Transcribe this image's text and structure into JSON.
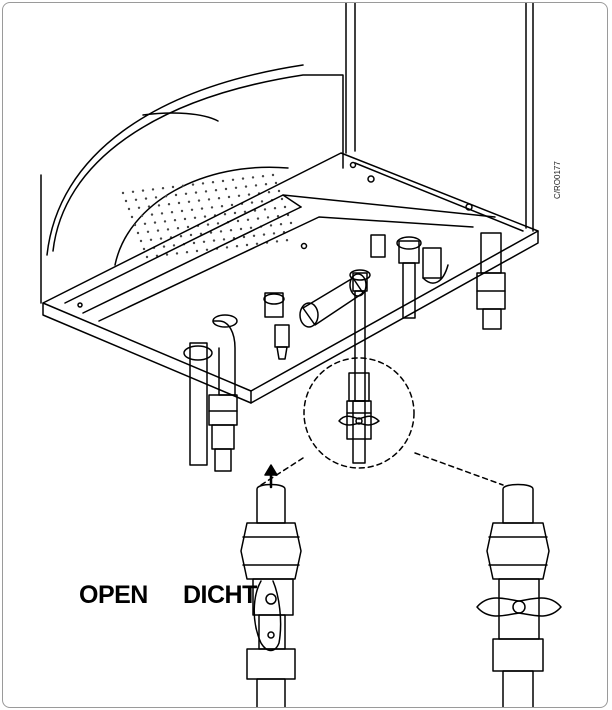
{
  "labels": {
    "open": "OPEN",
    "dicht": "DICHT",
    "figure_code": "C/RO0177"
  },
  "colors": {
    "line": "#000000",
    "frame": "#9a9a9a",
    "dots": "#444444",
    "background": "#ffffff"
  },
  "icons": {
    "arrow": "up-arrow-icon",
    "valve_open": "valve-open-icon",
    "valve_closed": "valve-closed-icon"
  }
}
